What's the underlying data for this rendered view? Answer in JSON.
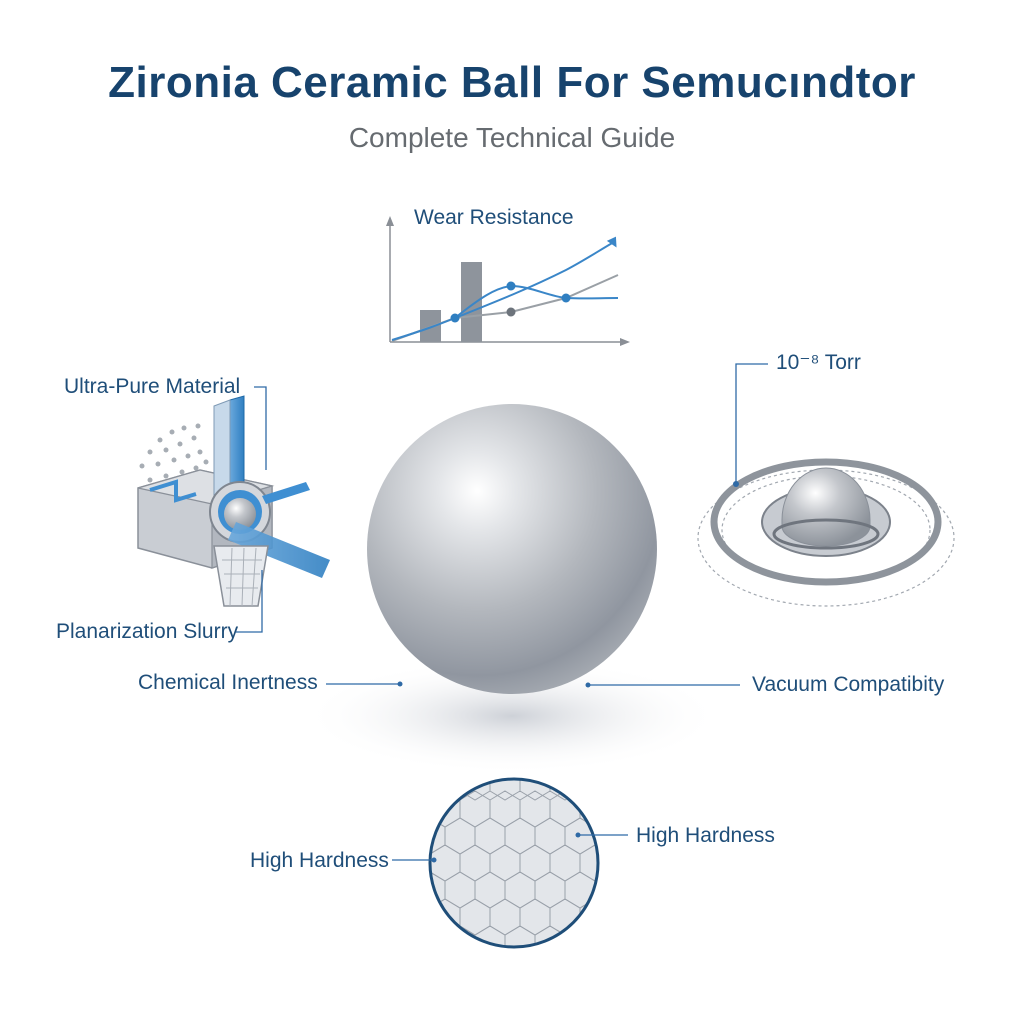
{
  "header": {
    "title": "Zironia Ceramic Ball For Semucındtor",
    "subtitle": "Complete Technical Guide"
  },
  "labels": {
    "wear_resistance": "Wear Resistance",
    "ultra_pure": "Ultra-Pure Material",
    "planarization": "Planarization Slurry",
    "chemical_inertness": "Chemical Inertness",
    "vacuum_pressure": "10⁻⁸ Torr",
    "vacuum_compatibility": "Vacuum Compatibity",
    "high_hardness_left": "High Hardness",
    "high_hardness_right": "High Hardness"
  },
  "colors": {
    "accent_blue": "#2f7fc1",
    "title_navy": "#17436d",
    "label_blue": "#1f4e79",
    "subtitle_gray": "#666b70",
    "sphere_gray": "#9aa0a8"
  }
}
